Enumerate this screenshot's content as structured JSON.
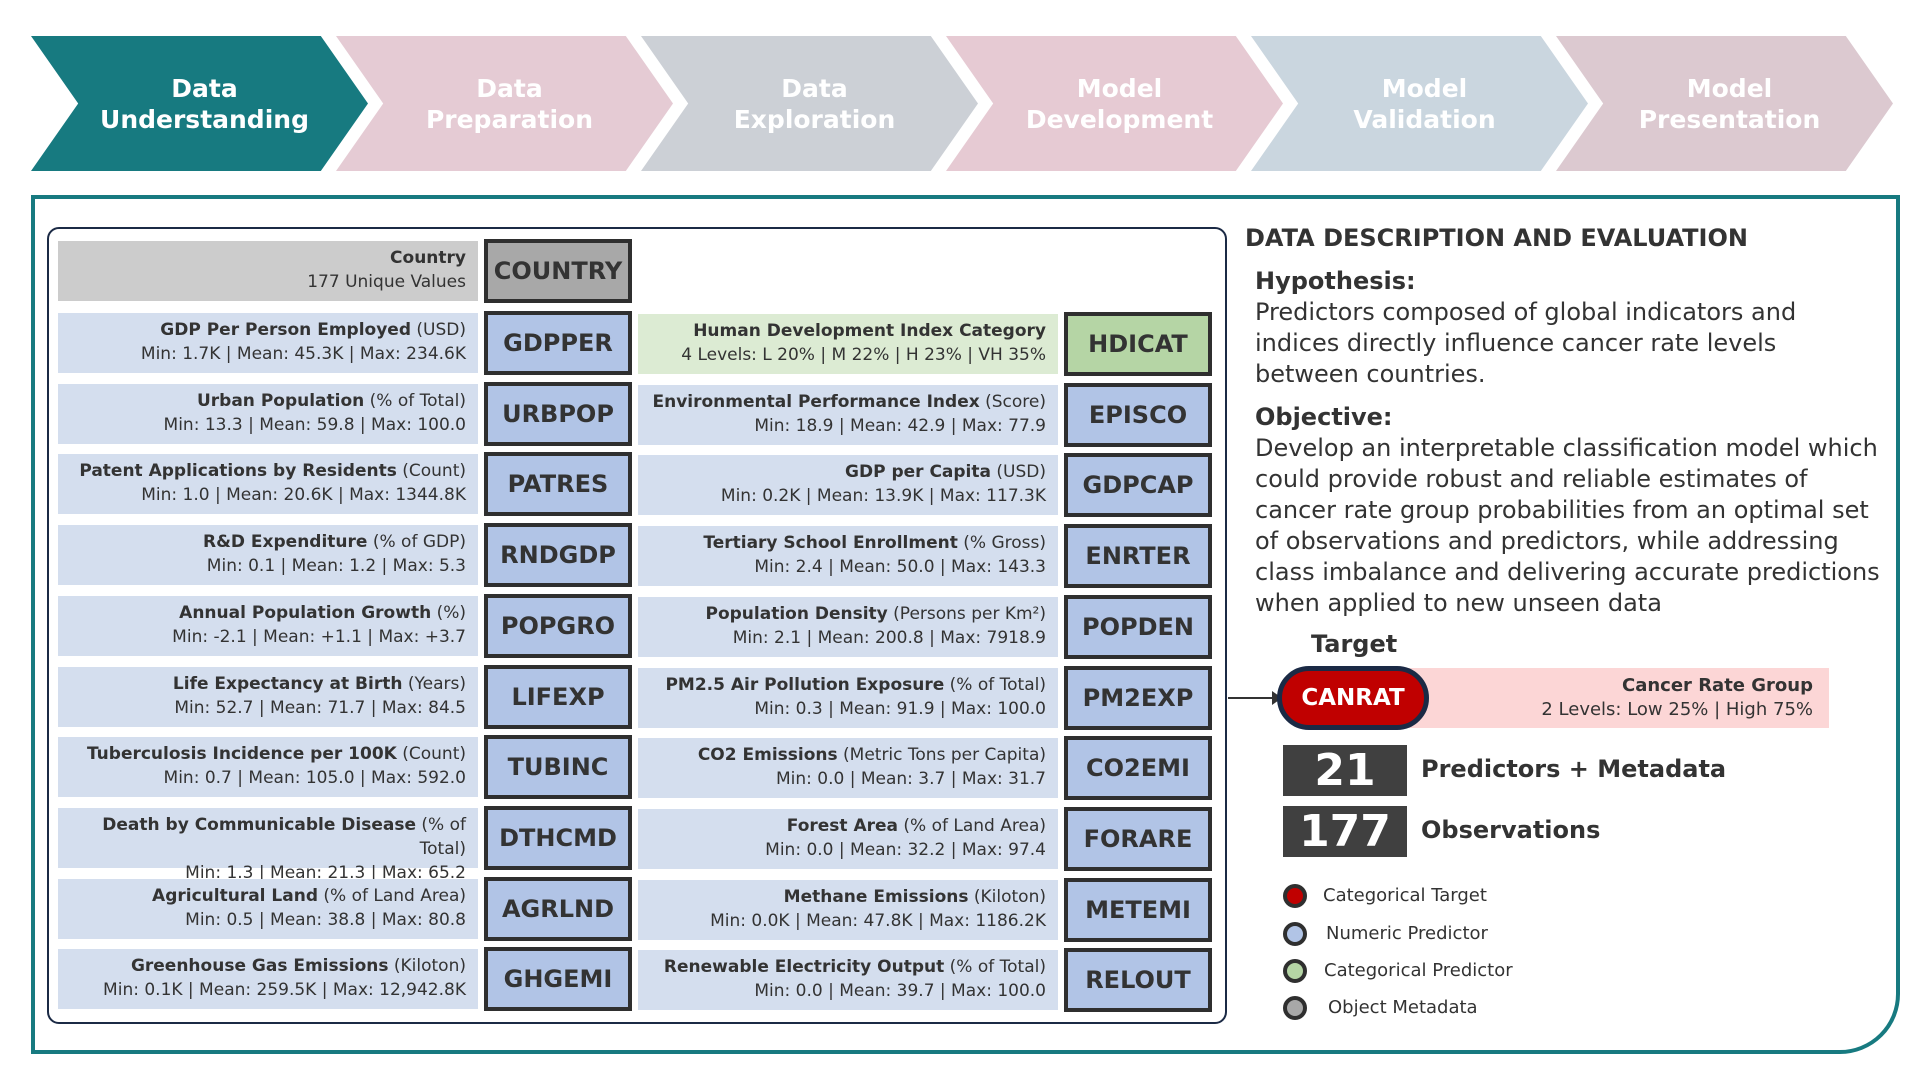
{
  "process_steps": [
    {
      "label": "Data\nUnderstanding",
      "color": "#177a80"
    },
    {
      "label": "Data\nPreparation",
      "color": "#e5cbd4"
    },
    {
      "label": "Data\nExploration",
      "color": "#ccd0d6"
    },
    {
      "label": "Model\nDevelopment",
      "color": "#e6cad3"
    },
    {
      "label": "Model\nValidation",
      "color": "#cad6df"
    },
    {
      "label": "Model\nPresentation",
      "color": "#dcc9d0"
    }
  ],
  "metadata": {
    "name": "Country",
    "stats": "177 Unique Values",
    "code": "COUNTRY"
  },
  "left_variables": [
    {
      "name": "GDP Per Person Employed",
      "unit": "(USD)",
      "stats": "Min: 1.7K | Mean: 45.3K | Max: 234.6K",
      "code": "GDPPER"
    },
    {
      "name": "Urban Population",
      "unit": "(% of Total)",
      "stats": "Min: 13.3 | Mean: 59.8 | Max: 100.0",
      "code": "URBPOP"
    },
    {
      "name": "Patent Applications by Residents",
      "unit": "(Count)",
      "stats": "Min: 1.0 | Mean: 20.6K | Max: 1344.8K",
      "code": "PATRES"
    },
    {
      "name": "R&D Expenditure",
      "unit": "(% of GDP)",
      "stats": "Min: 0.1 | Mean: 1.2 | Max: 5.3",
      "code": "RNDGDP"
    },
    {
      "name": "Annual Population Growth",
      "unit": "(%)",
      "stats": "Min: -2.1 | Mean: +1.1 | Max: +3.7",
      "code": "POPGRO"
    },
    {
      "name": "Life Expectancy at Birth",
      "unit": "(Years)",
      "stats": "Min: 52.7 | Mean: 71.7 | Max: 84.5",
      "code": "LIFEXP"
    },
    {
      "name": "Tuberculosis Incidence per 100K",
      "unit": "(Count)",
      "stats": "Min: 0.7 | Mean: 105.0 | Max: 592.0",
      "code": "TUBINC"
    },
    {
      "name": "Death by Communicable Disease",
      "unit": "(% of Total)",
      "stats": "Min: 1.3 | Mean: 21.3 | Max: 65.2",
      "code": "DTHCMD"
    },
    {
      "name": "Agricultural Land",
      "unit": "(% of Land Area)",
      "stats": "Min: 0.5 | Mean: 38.8 | Max: 80.8",
      "code": "AGRLND"
    },
    {
      "name": "Greenhouse Gas Emissions",
      "unit": "(Kiloton)",
      "stats": "Min: 0.1K | Mean: 259.5K | Max: 12,942.8K",
      "code": "GHGEMI"
    }
  ],
  "right_variables": [
    {
      "name": "Human Development Index Category",
      "unit": "",
      "stats": "4 Levels: L 20% | M 22% | H 23% | VH 35%",
      "code": "HDICAT",
      "kind": "cat"
    },
    {
      "name": "Environmental Performance Index",
      "unit": "(Score)",
      "stats": "Min: 18.9 | Mean: 42.9 | Max: 77.9",
      "code": "EPISCO",
      "kind": "num"
    },
    {
      "name": "GDP per Capita",
      "unit": "(USD)",
      "stats": "Min: 0.2K | Mean: 13.9K | Max: 117.3K",
      "code": "GDPCAP",
      "kind": "num"
    },
    {
      "name": "Tertiary School Enrollment",
      "unit": "(% Gross)",
      "stats": "Min: 2.4 | Mean: 50.0 | Max: 143.3",
      "code": "ENRTER",
      "kind": "num"
    },
    {
      "name": "Population Density",
      "unit": "(Persons per Km²)",
      "stats": "Min: 2.1 | Mean: 200.8 | Max: 7918.9",
      "code": "POPDEN",
      "kind": "num"
    },
    {
      "name": "PM2.5 Air Pollution Exposure",
      "unit": "(% of Total)",
      "stats": "Min: 0.3 | Mean: 91.9 | Max: 100.0",
      "code": "PM2EXP",
      "kind": "num"
    },
    {
      "name": "CO2 Emissions",
      "unit": "(Metric Tons per Capita)",
      "stats": "Min: 0.0 | Mean: 3.7 | Max: 31.7",
      "code": "CO2EMI",
      "kind": "num"
    },
    {
      "name": "Forest Area",
      "unit": "(% of Land Area)",
      "stats": "Min: 0.0 | Mean: 32.2 | Max: 97.4",
      "code": "FORARE",
      "kind": "num"
    },
    {
      "name": "Methane Emissions",
      "unit": "(Kiloton)",
      "stats": "Min: 0.0K | Mean: 47.8K | Max: 1186.2K",
      "code": "METEMI",
      "kind": "num"
    },
    {
      "name": "Renewable Electricity Output",
      "unit": "(% of Total)",
      "stats": "Min: 0.0 | Mean: 39.7 | Max: 100.0",
      "code": "RELOUT",
      "kind": "num"
    }
  ],
  "panel": {
    "title": "DATA DESCRIPTION AND EVALUATION",
    "hypothesis_label": "Hypothesis:",
    "hypothesis_text": "Predictors composed of global indicators and indices directly influence cancer rate levels between countries.",
    "objective_label": "Objective:",
    "objective_text": "Develop an interpretable classification model which could provide robust and reliable estimates of cancer rate group probabilities from an optimal set of observations and predictors, while addressing class imbalance and delivering accurate predictions when applied to new unseen data"
  },
  "target": {
    "label": "Target",
    "code": "CANRAT",
    "name": "Cancer Rate Group",
    "stats": "2 Levels: Low 25% | High 75%"
  },
  "counts": [
    {
      "value": "21",
      "label": "Predictors + Metadata"
    },
    {
      "value": "177",
      "label": "Observations"
    }
  ],
  "legend": [
    {
      "label": "Categorical Target",
      "color": "#c00000"
    },
    {
      "label": "Numeric Predictor",
      "color": "#b1c4e6"
    },
    {
      "label": "Categorical Predictor",
      "color": "#b5d5a5"
    },
    {
      "label": "Object Metadata",
      "color": "#a8a8a8"
    }
  ]
}
